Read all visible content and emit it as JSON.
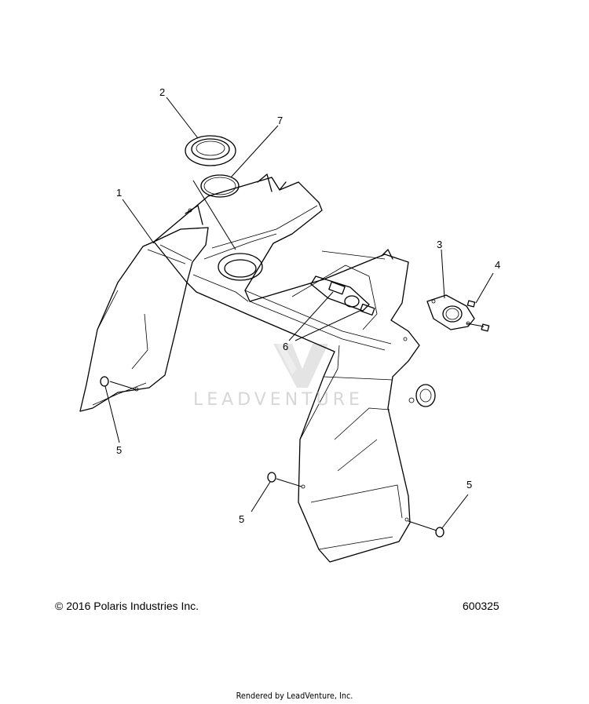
{
  "callouts": [
    {
      "id": "1",
      "label": "1"
    },
    {
      "id": "2",
      "label": "2"
    },
    {
      "id": "3",
      "label": "3"
    },
    {
      "id": "4",
      "label": "4"
    },
    {
      "id": "5a",
      "label": "5"
    },
    {
      "id": "5b",
      "label": "5"
    },
    {
      "id": "5c",
      "label": "5"
    },
    {
      "id": "6",
      "label": "6"
    },
    {
      "id": "7",
      "label": "7"
    }
  ],
  "footer": {
    "copyright": "© 2016 Polaris Industries Inc.",
    "diagram_number": "600325",
    "rendered_by": "Rendered by LeadVenture, Inc."
  },
  "watermark": {
    "text": "LEADVENTURE"
  }
}
